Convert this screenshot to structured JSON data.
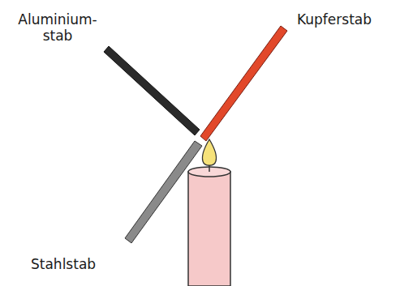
{
  "diagram": {
    "labels": [
      "Aluminium- stab",
      "Kupferstab",
      "Stahlstab"
    ]
  }
}
